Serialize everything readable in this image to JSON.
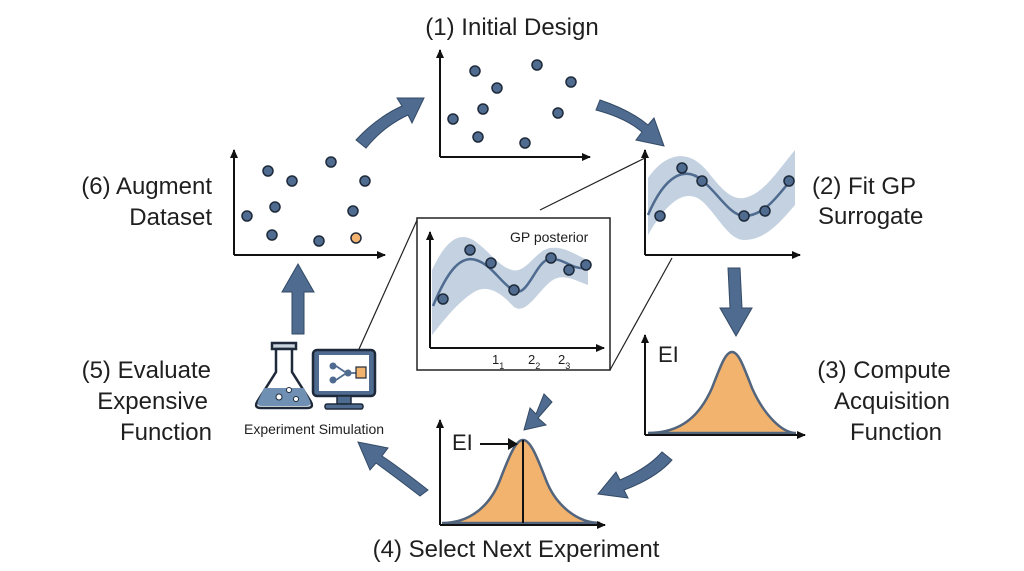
{
  "steps": {
    "s1": "(1) Initial Design",
    "s2a": "(2) Fit GP",
    "s2b": "Surrogate",
    "s3a": "(3) Compute",
    "s3b": "Acquisition",
    "s3c": "Function",
    "s4": "(4) Select Next Experiment",
    "s5a": "(5) Evaluate",
    "s5b": "Expensive",
    "s5c": "Function",
    "s6a": "(6) Augment",
    "s6b": "Dataset"
  },
  "inset": {
    "title": "GP posterior",
    "ticks": [
      {
        "base": "1",
        "sub": "1"
      },
      {
        "base": "2",
        "sub": "2"
      },
      {
        "base": "2",
        "sub": "3"
      }
    ]
  },
  "acquisition_label": "EI",
  "select_label": "EI",
  "simulation_label": "Experiment Simulation",
  "colors": {
    "point": "#4f6b8f",
    "arrow": "#4f6b8f",
    "band": "#b9c9dc",
    "acquisition_fill": "#f2b36f",
    "new_point": "#f2b36f"
  },
  "icons": [
    "flask-icon",
    "monitor-icon"
  ]
}
